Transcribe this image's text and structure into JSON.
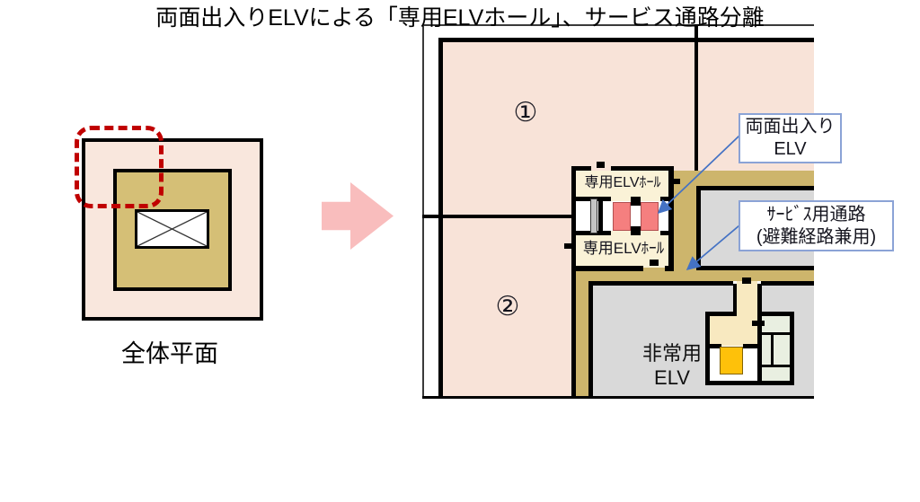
{
  "caption": "両面出入りELVによる「専用ELVホール」、サービス通路分離",
  "overview": {
    "label": "全体平面",
    "highlight_shape": "red-dashed-rounded-rect"
  },
  "detail_plan": {
    "area1_number": "①",
    "area2_number": "②",
    "hall_label_top": "専用ELVﾎｰﾙ",
    "hall_label_bottom": "専用ELVﾎｰﾙ",
    "emergency_elv_line1": "非常用",
    "emergency_elv_line2": "ELV"
  },
  "callouts": {
    "double_entry_elv": {
      "line1": "両面出入り",
      "line2": "ELV"
    },
    "service_corridor": {
      "line1": "ｻｰﾋﾞｽ用通路",
      "line2": "(避難経路兼用)"
    }
  },
  "colors": {
    "area_pink": "#f8e3d8",
    "overview_pink": "#f9e7dd",
    "corridor_tan": "#cdb56c",
    "overview_tan": "#d5bf76",
    "elv_hall_cream": "#faf2d7",
    "vestibule_cream": "#f8e9c0",
    "service_gray": "#d9d9d9",
    "stair_green": "#e9efe1",
    "elv_cab_pink": "#f57f7f",
    "emergency_cab_orange": "#fec10a",
    "zoom_arrow_pink": "#f9bdbd",
    "highlight_red": "#c00000",
    "callout_border_blue": "#8ba3d6",
    "leader_blue": "#4472c4",
    "wall_black": "#000000"
  }
}
